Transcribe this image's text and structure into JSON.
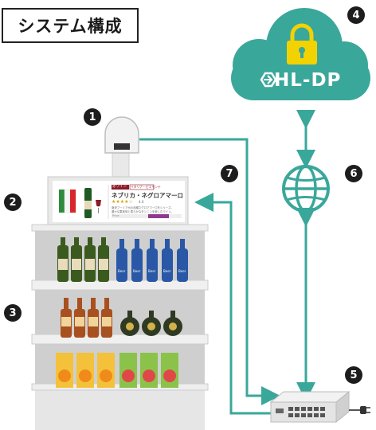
{
  "title": "システム構成",
  "cloud": {
    "label": "HL-DP",
    "icons": [
      "lock-icon",
      "hl-dp-logo-icon"
    ]
  },
  "badges": [
    "1",
    "2",
    "3",
    "4",
    "5",
    "6",
    "7"
  ],
  "signage": {
    "tag": "赤ワイン",
    "tag2": "イタリア・ピエモンテ",
    "product_name": "ネブリカ・ネグロアマーロ",
    "rating": "★★★★☆",
    "rating_value": "4.0",
    "description_line1": "南伊プーリア州の品種ネグロアマーロをシリーズ。",
    "description_line2": "豊かな果実味と柔らかなタンニンを楽しむワイン。",
    "price_label": "Price"
  },
  "bottle_labels": {
    "beer": "Beer"
  },
  "icons": [
    "camera-icon",
    "globe-icon",
    "network-switch-icon",
    "power-plug-icon"
  ],
  "colors": {
    "accent": "#3aa79b",
    "dark": "#1d1d1d",
    "shelf": "#e3e3e3",
    "cloud": "#3aa79b"
  }
}
